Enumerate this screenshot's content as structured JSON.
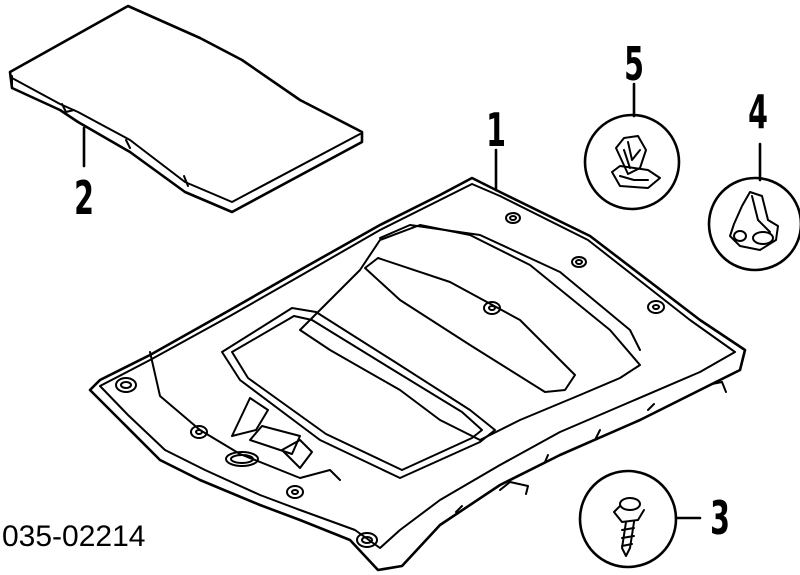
{
  "diagram": {
    "catalog_number": "035-02214",
    "callouts": [
      {
        "id": "1",
        "label": "1"
      },
      {
        "id": "2",
        "label": "2"
      },
      {
        "id": "3",
        "label": "3"
      },
      {
        "id": "4",
        "label": "4"
      },
      {
        "id": "5",
        "label": "5"
      }
    ]
  }
}
